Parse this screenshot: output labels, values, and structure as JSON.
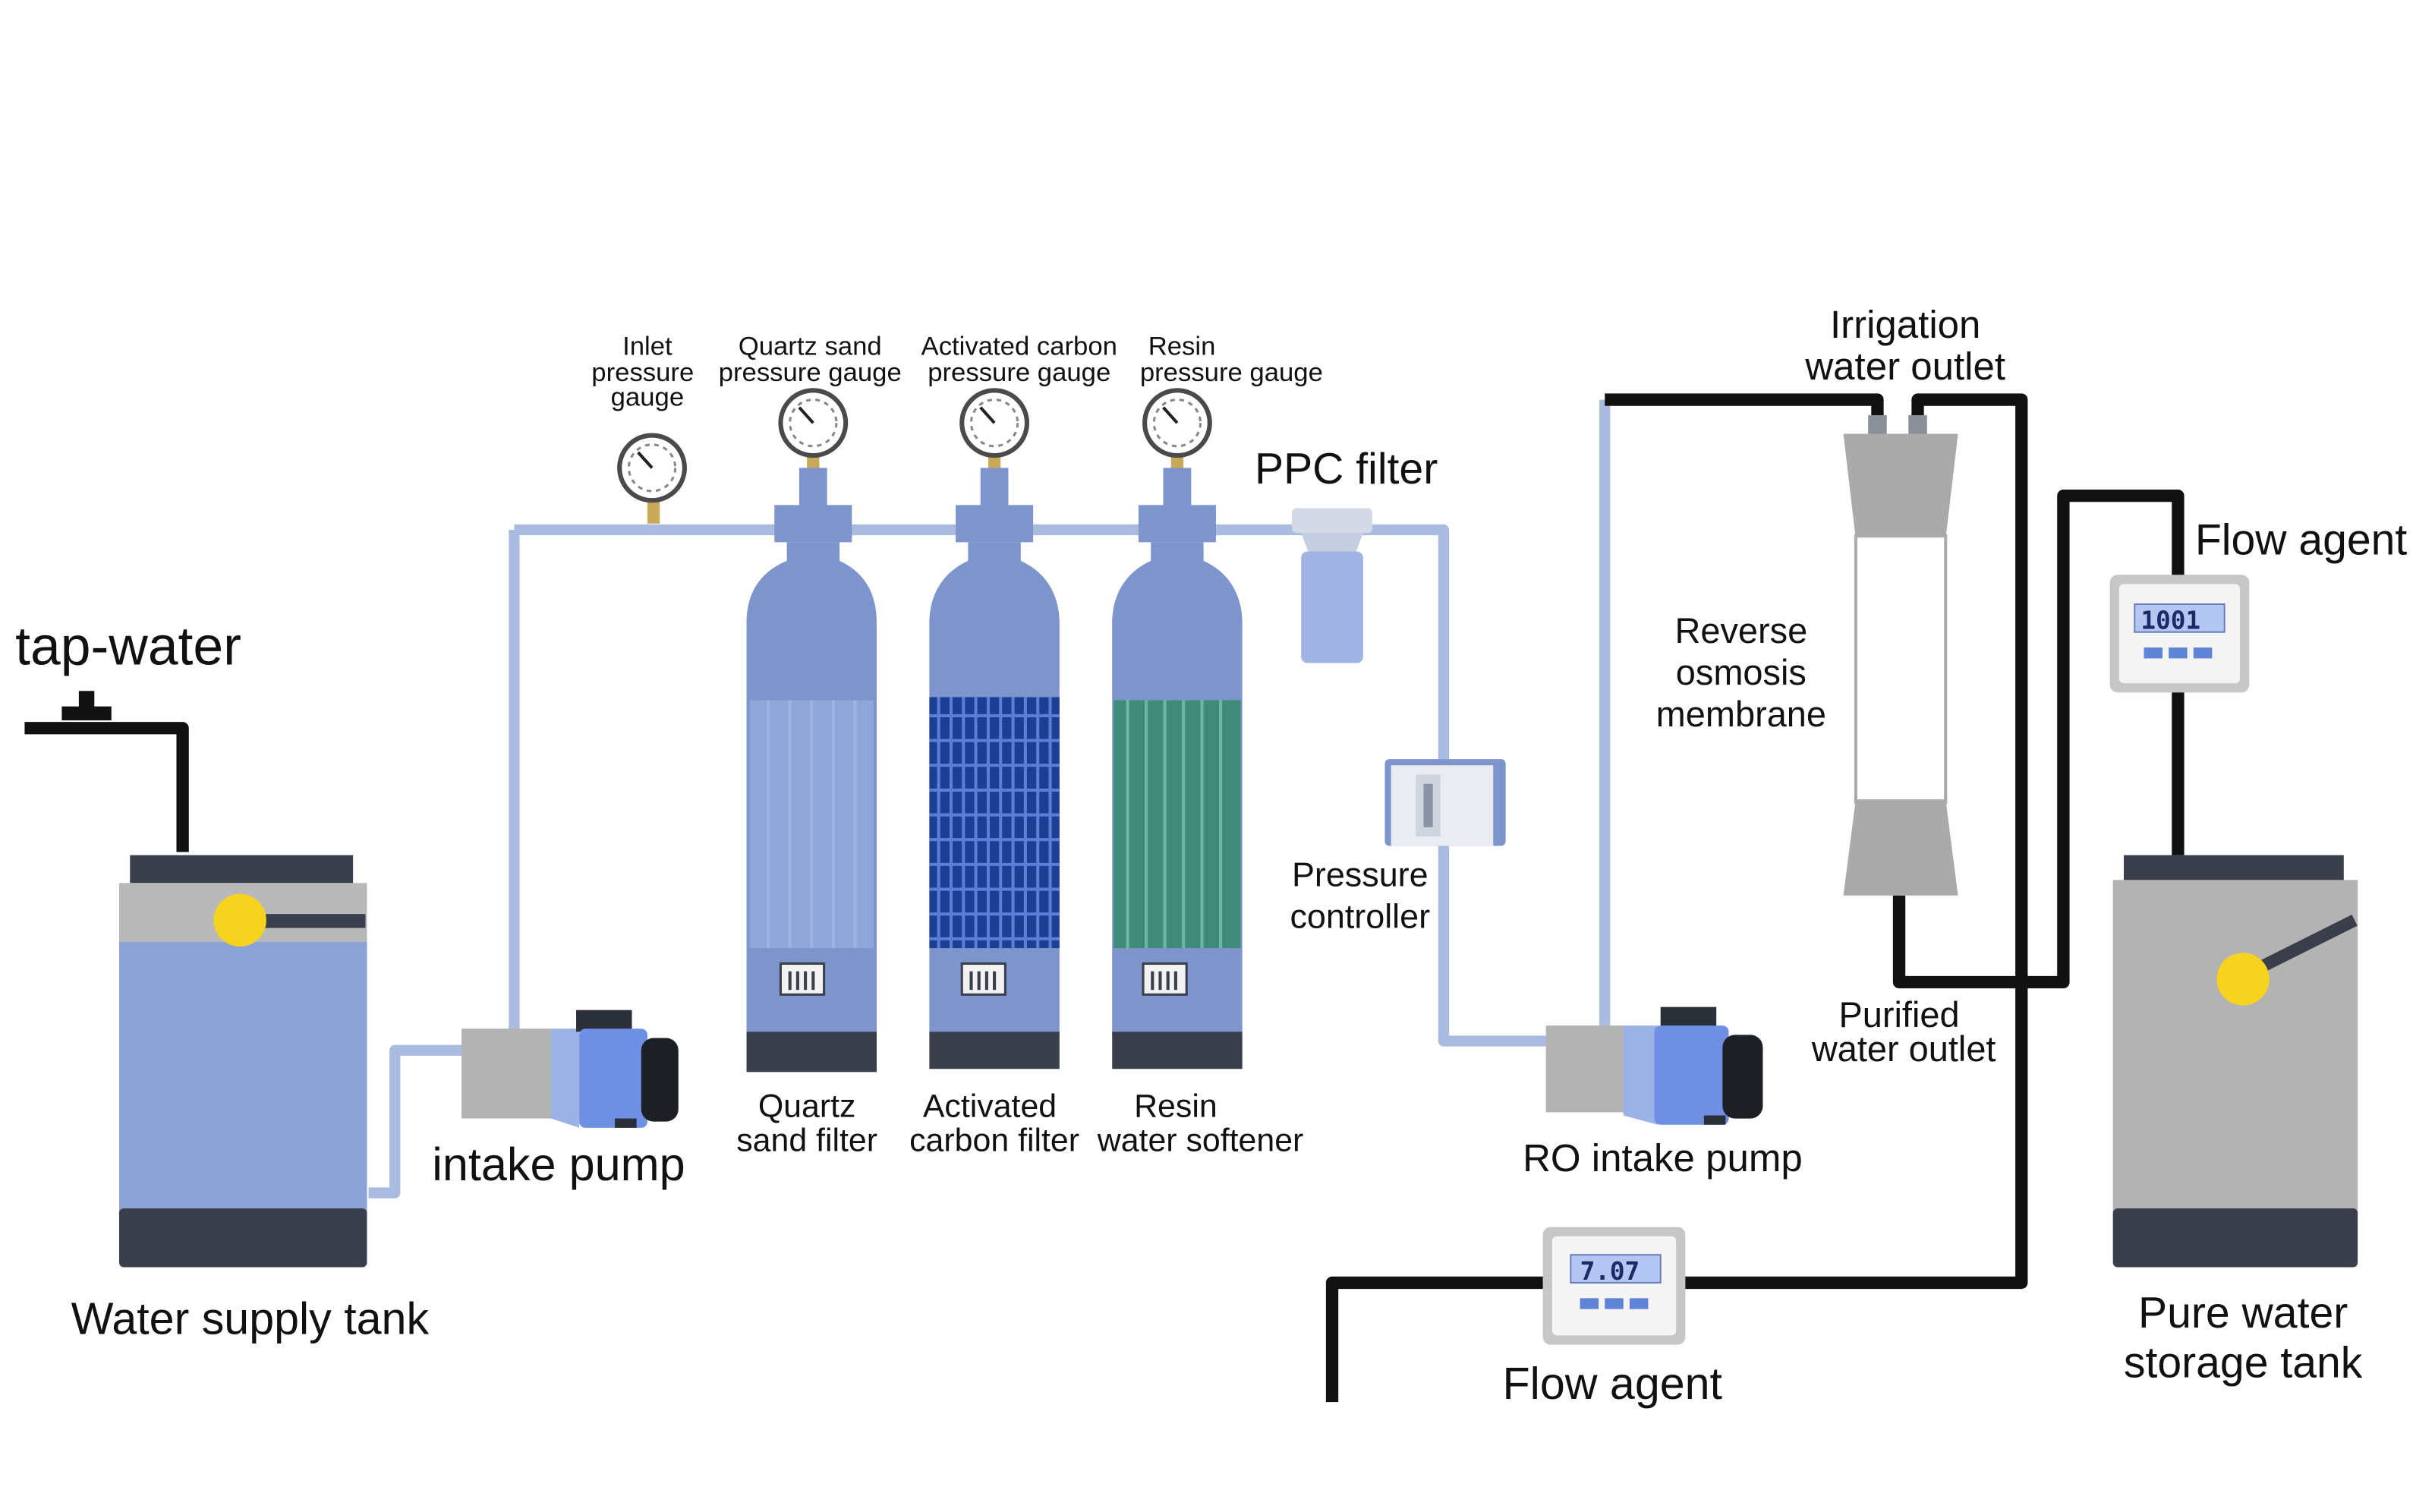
{
  "labels": {
    "tap_water": "tap-water",
    "water_supply_tank": "Water supply tank",
    "intake_pump": "intake pump",
    "inlet_gauge": [
      "Inlet",
      "pressure",
      "gauge"
    ],
    "quartz_gauge": [
      "Quartz sand",
      "pressure gauge"
    ],
    "carbon_gauge": [
      "Activated carbon",
      "pressure gauge"
    ],
    "resin_gauge": [
      "Resin",
      "pressure gauge"
    ],
    "ppc_filter": "PPC filter",
    "pressure_controller": [
      "Pressure",
      "controller"
    ],
    "quartz_filter": [
      "Quartz",
      "sand filter"
    ],
    "carbon_filter": [
      "Activated",
      "carbon filter"
    ],
    "resin_softener": [
      "Resin",
      "water softener"
    ],
    "ro_intake_pump": "RO intake pump",
    "irrigation_outlet": [
      "Irrigation",
      "water outlet"
    ],
    "ro_membrane": [
      "Reverse",
      "osmosis",
      "membrane"
    ],
    "purified_outlet": [
      "Purified",
      "water outlet"
    ],
    "flow_agent_top": "Flow agent",
    "flow_agent_bottom": "Flow agent",
    "pure_tank": [
      "Pure water",
      "storage tank"
    ]
  },
  "displays": {
    "flow_meter_top": "1001",
    "flow_meter_bottom": "7.07"
  },
  "colors": {
    "pipe_blue": "#a9bce0",
    "pipe_black": "#111111",
    "vessel_blue": "#7d95cc",
    "tank_blue": "#8aa2d6",
    "dark_base": "#3a3f4b",
    "gray": "#b3b3b3",
    "float_yellow": "#f5d31f",
    "carbon_media": "#1c3f94",
    "resin_media": "#3f8a78"
  }
}
